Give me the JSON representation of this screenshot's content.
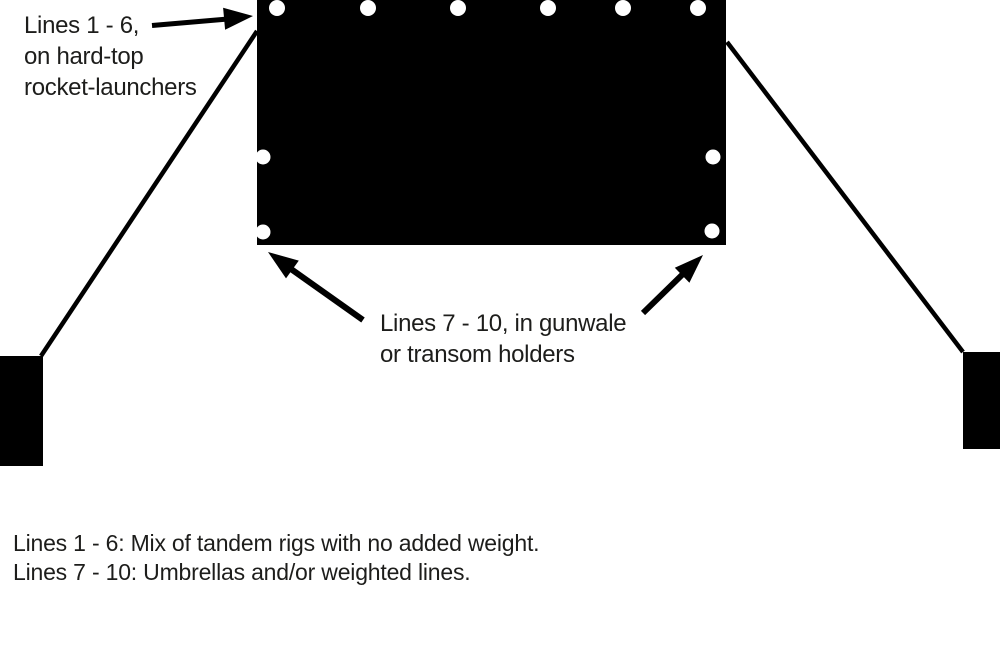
{
  "diagram": {
    "title_implicit": "Trolling spread rod-holder layout",
    "colors": {
      "ink": "#000000",
      "holder_dot": "#ffffff",
      "background": "#ffffff",
      "text": "#1d1d1b"
    },
    "annotations": {
      "rocket_launchers": "Lines 1 - 6,\non hard-top\nrocket-launchers",
      "gunwale_holders": "Lines 7 - 10, in gunwale\nor transom holders"
    },
    "caption": {
      "line1": "Lines 1 - 6: Mix of tandem rigs with no added weight.",
      "line2": "Lines 7 - 10: Umbrellas and/or weighted lines."
    }
  }
}
